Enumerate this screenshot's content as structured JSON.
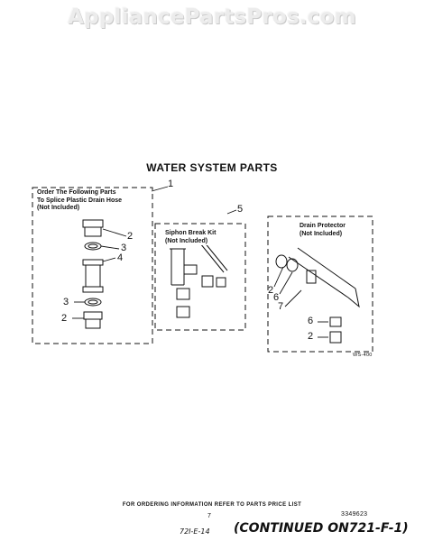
{
  "watermark": "AppliancePartsPros.com",
  "title": "WATER SYSTEM PARTS",
  "box1": {
    "line1": "Order The Following Parts",
    "line2": "To Splice Plastic Drain Hose",
    "line3": "(Not Included)"
  },
  "box2": {
    "line1": "Siphon Break Kit",
    "line2": "(Not Included)"
  },
  "box3": {
    "line1": "Drain Protector",
    "line2": "(Not Included)"
  },
  "callouts": {
    "c1": "1",
    "c2a": "2",
    "c3a": "3",
    "c4": "4",
    "c3b": "3",
    "c2b": "2",
    "c5": "5",
    "c2c": "2",
    "c6a": "6",
    "c7": "7",
    "c6b": "6",
    "c2d": "2"
  },
  "figure_code": "WS-400",
  "footer_note": "FOR ORDERING INFORMATION REFER TO PARTS PRICE LIST",
  "page_number": "7",
  "part_code": "3349623",
  "hand_code": "72I-E-14",
  "continued": "(CONTINUED ON721-F-1)"
}
